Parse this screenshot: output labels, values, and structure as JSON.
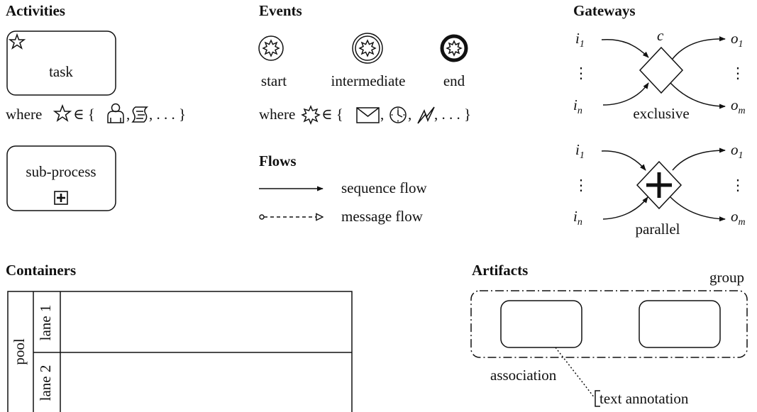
{
  "sections": {
    "activities": "Activities",
    "events": "Events",
    "gateways": "Gateways",
    "flows": "Flows",
    "containers": "Containers",
    "artifacts": "Artifacts"
  },
  "activities": {
    "task_label": "task",
    "subprocess_label": "sub-process",
    "where_prefix": "where",
    "where_set_open": "∈ {",
    "where_sep": ",",
    "where_tail": ", . . . }"
  },
  "events": {
    "start_label": "start",
    "intermediate_label": "intermediate",
    "end_label": "end",
    "where_prefix": "where",
    "where_set_open": "∈ {",
    "where_sep": ",",
    "where_tail": ", . . . }"
  },
  "flows": {
    "sequence_label": "sequence flow",
    "message_label": "message flow"
  },
  "gateways": {
    "exclusive": {
      "label": "exclusive",
      "condition": "c",
      "in_first": "i",
      "in_first_sub": "1",
      "in_last": "i",
      "in_last_sub": "n",
      "out_first": "o",
      "out_first_sub": "1",
      "out_last": "o",
      "out_last_sub": "m",
      "dots": "⋮"
    },
    "parallel": {
      "label": "parallel",
      "in_first": "i",
      "in_first_sub": "1",
      "in_last": "i",
      "in_last_sub": "n",
      "out_first": "o",
      "out_first_sub": "1",
      "out_last": "o",
      "out_last_sub": "m",
      "dots": "⋮"
    }
  },
  "containers": {
    "pool_label": "pool",
    "lane1_label": "lane 1",
    "lane2_label": "lane 2"
  },
  "artifacts": {
    "group_label": "group",
    "association_label": "association",
    "annotation_label": "text annotation"
  },
  "icons": {
    "task_marker": "star-icon",
    "user_task": "user-icon",
    "script_task": "script-icon",
    "event_marker": "burst-icon",
    "message_event": "envelope-icon",
    "timer_event": "clock-icon",
    "error_event": "lightning-icon",
    "subprocess_marker": "plus-icon",
    "parallel_marker": "plus-icon"
  }
}
